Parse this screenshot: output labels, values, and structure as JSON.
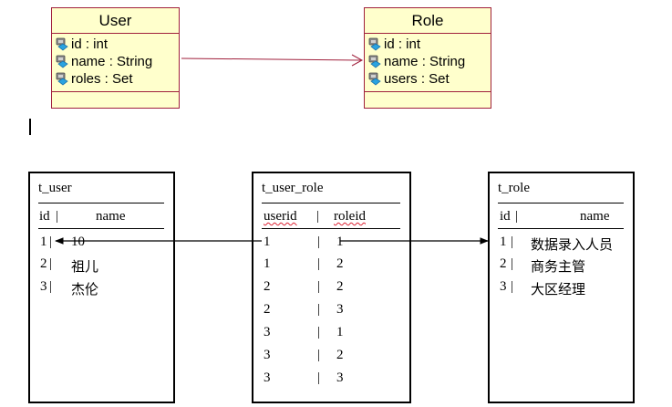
{
  "uml": {
    "user": {
      "name": "User",
      "attributes": [
        "id : int",
        "name : String",
        "roles : Set"
      ]
    },
    "role": {
      "name": "Role",
      "attributes": [
        "id : int",
        "name : String",
        "users : Set"
      ]
    }
  },
  "tables": {
    "t_user": {
      "name": "t_user",
      "columns": [
        "id",
        "name"
      ],
      "rows": [
        [
          "1",
          "10"
        ],
        [
          "2",
          "祖儿"
        ],
        [
          "3",
          "杰伦"
        ]
      ]
    },
    "t_user_role": {
      "name": "t_user_role",
      "columns": [
        "userid",
        "roleid"
      ],
      "rows": [
        [
          "1",
          "1"
        ],
        [
          "1",
          "2"
        ],
        [
          "2",
          "2"
        ],
        [
          "2",
          "3"
        ],
        [
          "3",
          "1"
        ],
        [
          "3",
          "2"
        ],
        [
          "3",
          "3"
        ]
      ]
    },
    "t_role": {
      "name": "t_role",
      "columns": [
        "id",
        "name"
      ],
      "rows": [
        [
          "1",
          "数据录入人员"
        ],
        [
          "2",
          "商务主管"
        ],
        [
          "3",
          "大区经理"
        ]
      ]
    }
  },
  "separator": "|",
  "colors": {
    "uml_fill": "#ffffcc",
    "uml_border": "#a0203c",
    "association_line": "#a0203c"
  }
}
